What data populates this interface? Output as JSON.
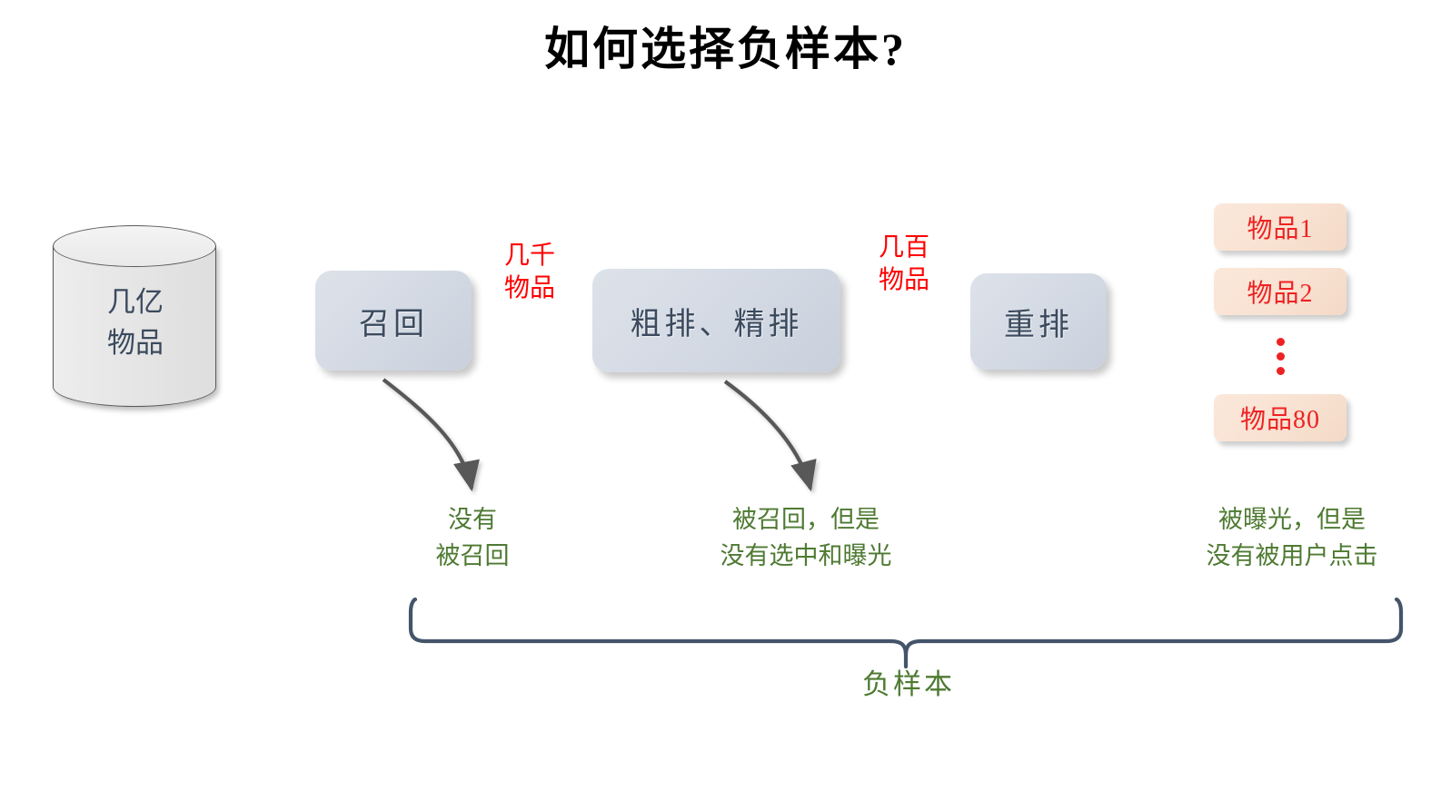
{
  "title": "如何选择负样本?",
  "pipeline": {
    "source": {
      "shape": "cylinder",
      "line1": "几亿",
      "line2": "物品"
    },
    "stages": [
      {
        "id": "recall",
        "label": "召回"
      },
      {
        "id": "rank",
        "label": "粗排、精排"
      },
      {
        "id": "rerank",
        "label": "重排"
      }
    ],
    "flow_labels": [
      {
        "id": "after-recall",
        "line1": "几千",
        "line2": "物品",
        "color": "#ff0000"
      },
      {
        "id": "after-rank",
        "line1": "几百",
        "line2": "物品",
        "color": "#ff0000"
      }
    ]
  },
  "results": {
    "items": [
      {
        "label": "物品1"
      },
      {
        "label": "物品2"
      },
      {
        "label": "物品80"
      }
    ],
    "ellipsis": "⋮"
  },
  "notes": [
    {
      "id": "not-recalled",
      "line1": "没有",
      "line2": "被召回"
    },
    {
      "id": "recalled-not-exposed",
      "line1": "被召回，但是",
      "line2": "没有选中和曝光"
    },
    {
      "id": "exposed-not-clicked",
      "line1": "被曝光，但是",
      "line2": "没有被用户点击"
    }
  ],
  "brace": {
    "label": "负样本"
  },
  "colors": {
    "title": "#000000",
    "box_fill": "#d3d9e3",
    "box_text": "#3b4a5e",
    "item_fill": "#f8e1d1",
    "item_text": "#ee2222",
    "flow_text": "#ff0000",
    "note_text": "#4e7a32",
    "arrow": "#595959",
    "brace": "#44546a",
    "cylinder_fill": "#e8e8e8"
  }
}
